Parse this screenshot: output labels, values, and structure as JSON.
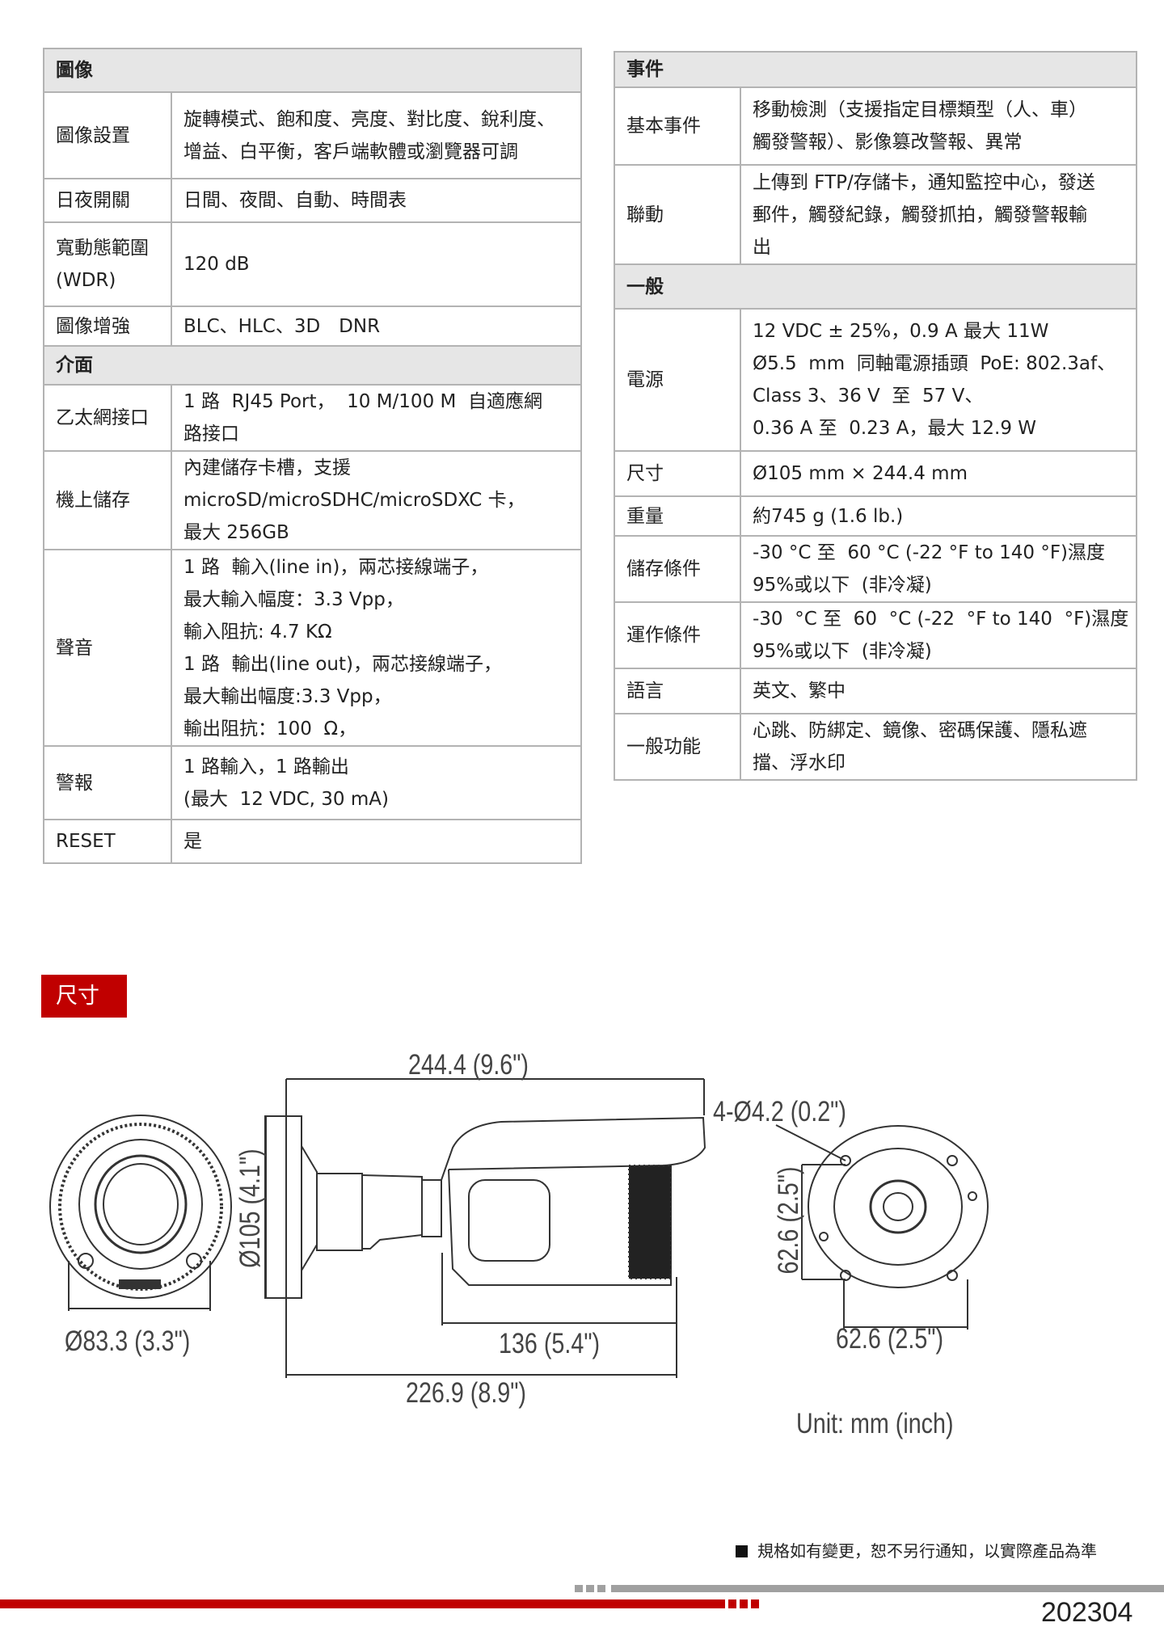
{
  "left_table": [
    {
      "title": "圖像",
      "rows": [
        {
          "label": [
            "圖像設置"
          ],
          "value": [
            "旋轉模式、飽和度、亮度、對比度、銳利度、",
            "增益、白平衡，客戶端軟體或瀏覽器可調"
          ]
        },
        {
          "label": [
            "日夜開關"
          ],
          "value": [
            "日間、夜間、自動、時間表"
          ]
        },
        {
          "label": [
            "寬動態範圍",
            "(WDR)"
          ],
          "value": [
            "120 dB"
          ]
        },
        {
          "label": [
            "圖像增強"
          ],
          "value": [
            "BLC、HLC、3D　DNR"
          ]
        }
      ]
    },
    {
      "title": "介面",
      "rows": [
        {
          "label": [
            "乙太網接口"
          ],
          "value": [
            "1 路  RJ45 Port，  10 M/100 M  自適應網",
            "路接口"
          ]
        },
        {
          "label": [
            "機上儲存"
          ],
          "value": [
            "內建儲存卡槽，支援",
            "microSD/microSDHC/microSDXC 卡，",
            "最大 256GB"
          ]
        },
        {
          "label": [
            "聲音"
          ],
          "value": [
            "1 路  輸入(line in)，兩芯接線端子，",
            "最大輸入幅度：3.3 Vpp，",
            "輸入阻抗: 4.7 KΩ",
            "1 路  輸出(line out)，兩芯接線端子，",
            "最大輸出幅度:3.3 Vpp，",
            "輸出阻抗：100  Ω，"
          ]
        },
        {
          "label": [
            "警報"
          ],
          "value": [
            "1 路輸入，1 路輸出",
            "(最大  12 VDC, 30 mA)"
          ]
        },
        {
          "label": [
            "RESET"
          ],
          "value": [
            "是"
          ]
        }
      ]
    }
  ],
  "right_table": [
    {
      "title": "事件",
      "rows": [
        {
          "label": [
            "基本事件"
          ],
          "value": [
            "移動檢測（支援指定目標類型（人、車）",
            "觸發警報）、影像篡改警報、異常"
          ]
        },
        {
          "label": [
            "聯動"
          ],
          "value": [
            "上傳到 FTP/存儲卡，通知監控中心，發送",
            "郵件，觸發紀錄，觸發抓拍，觸發警報輸",
            "出"
          ]
        }
      ]
    },
    {
      "title": "一般",
      "rows": [
        {
          "label": [
            "電源"
          ],
          "value": [
            "12 VDC ± 25%，0.9 A 最大 11W",
            "Ø5.5  mm  同軸電源插頭  PoE: 802.3af、",
            "Class 3、36 V  至  57 V、",
            "0.36 A 至  0.23 A，最大 12.9 W"
          ]
        },
        {
          "label": [
            "尺寸"
          ],
          "value": [
            "Ø105 mm × 244.4 mm"
          ]
        },
        {
          "label": [
            "重量"
          ],
          "value": [
            "約745 g (1.6 lb.)"
          ]
        },
        {
          "label": [
            "儲存條件"
          ],
          "value": [
            "-30 °C 至  60 °C (-22 °F to 140 °F)濕度",
            "95%或以下  (非冷凝)"
          ]
        },
        {
          "label": [
            "運作條件"
          ],
          "value": [
            "-30  °C 至  60  °C (-22  °F to 140  °F)濕度",
            "95%或以下  (非冷凝)"
          ]
        },
        {
          "label": [
            "語言"
          ],
          "value": [
            "英文、繁中"
          ]
        },
        {
          "label": [
            "一般功能"
          ],
          "value": [
            "心跳、防綁定、鏡像、密碼保護、隱私遮",
            "擋、浮水印"
          ]
        }
      ]
    }
  ],
  "dimensions": {
    "section_title": "尺寸",
    "total_length": "244.4 (9.6\")",
    "hole_size": "4-Ø4.2 (0.2\")",
    "mount_diameter": "Ø105 (4.1\")",
    "front_diameter": "Ø83.3 (3.3\")",
    "body_length": "136 (5.4\")",
    "length_to_mount": "226.9 (8.9\")",
    "hole_spacing_v": "62.6 (2.5\")",
    "hole_spacing_h": "62.6 (2.5\")",
    "unit": "Unit: mm (inch)"
  },
  "footer": {
    "note": "規格如有變更，恕不另行通知，以實際產品為準",
    "code": "202304",
    "accent": "#c00000",
    "gray": "#a0a0a0"
  }
}
